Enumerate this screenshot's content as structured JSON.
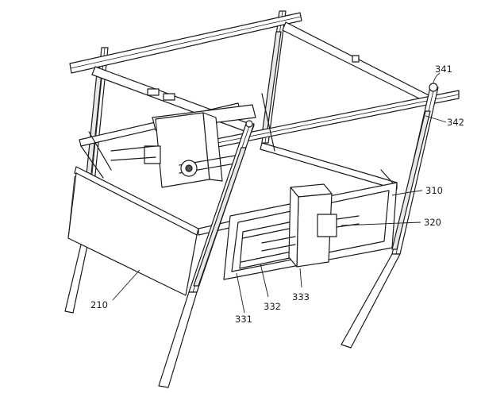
{
  "diagram": {
    "labels": [
      {
        "id": "341",
        "text": "341"
      },
      {
        "id": "342",
        "text": "342"
      },
      {
        "id": "310",
        "text": "310"
      },
      {
        "id": "320",
        "text": "320"
      },
      {
        "id": "333",
        "text": "333"
      },
      {
        "id": "332",
        "text": "332"
      },
      {
        "id": "331",
        "text": "331"
      },
      {
        "id": "210",
        "text": "210"
      }
    ]
  }
}
